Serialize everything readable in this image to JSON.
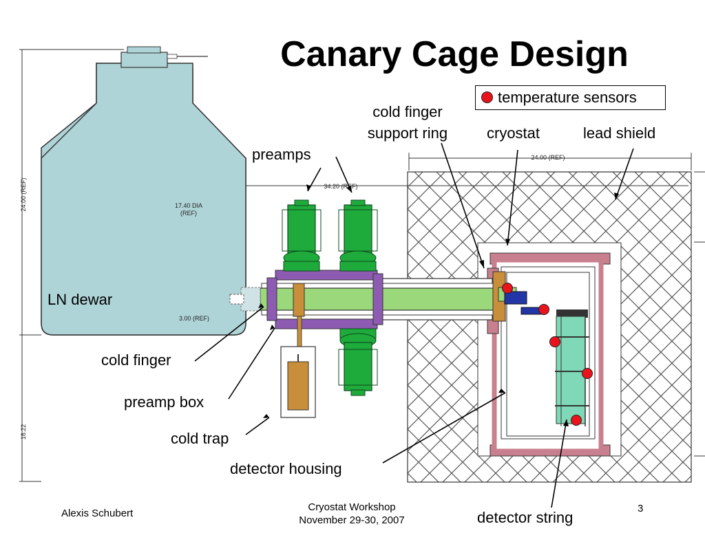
{
  "slide": {
    "title": "Canary Cage Design",
    "legend": {
      "label": "temperature sensors",
      "marker_color": "#e8131b",
      "marker_icon": "red-dot-icon"
    },
    "labels": {
      "ln_dewar": "LN dewar",
      "preamps": "preamps",
      "cold_finger_support_ring_line1": "cold finger",
      "cold_finger_support_ring_line2": "support ring",
      "cryostat": "cryostat",
      "lead_shield": "lead shield",
      "cold_finger": "cold finger",
      "preamp_box": "preamp box",
      "cold_trap": "cold trap",
      "detector_housing": "detector housing",
      "detector_string": "detector string"
    },
    "dimensions": {
      "dewar_height": "24.00 (REF)",
      "dewar_dia_line1": "17.40 DIA",
      "dewar_dia_line2": "(REF)",
      "offset": "3.00 (REF)",
      "length": "34.20 (REF)",
      "shield_width": "24.00 (REF)",
      "lower_height": "18.22"
    },
    "footer": {
      "author": "Alexis Schubert",
      "event_line1": "Cryostat Workshop",
      "event_line2": "November 29-30, 2007",
      "page_number": "3"
    },
    "colors": {
      "dewar_fill": "#afd4d8",
      "cold_finger_fill": "#9bd87c",
      "preamp_green": "#1faa3c",
      "shield_hatch": "#555555",
      "housing_pink": "#c9808e",
      "copper": "#c88e3a",
      "detector_teal": "#7fd9b8",
      "purple": "#8d5bb1",
      "blue": "#2236a8"
    }
  }
}
